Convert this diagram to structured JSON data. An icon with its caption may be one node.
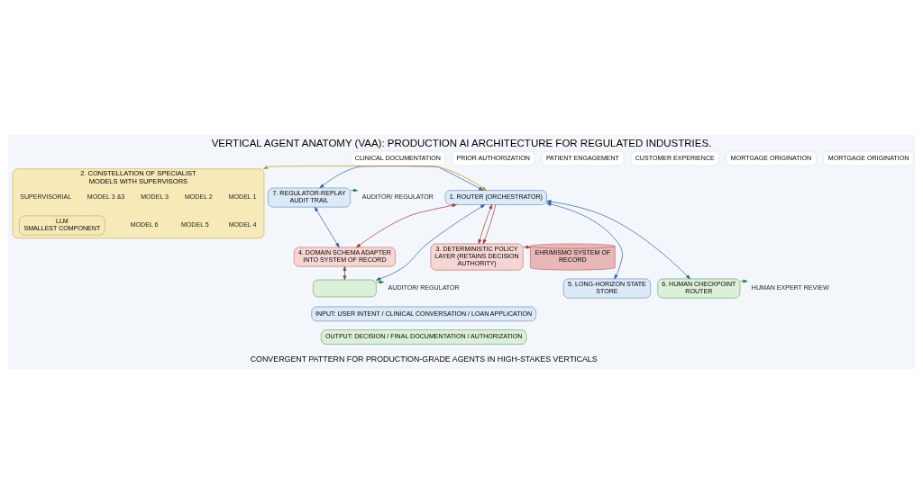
{
  "diagram": {
    "title": "VERTICAL AGENT ANATOMY (VAA): PRODUCTION AI ARCHITECTURE FOR REGULATED INDUSTRIES.",
    "nodes": [
      {
        "text": [
          "CLINICAL DOCUMENTATION"
        ]
      },
      {
        "text": [
          "PRIOR AUTHORIZATION"
        ]
      },
      {
        "text": [
          "PATIENT ENGAGEMENT"
        ]
      },
      {
        "text": [
          "CUSTOMER EXPERIENCE"
        ]
      },
      {
        "text": [
          "MORTGAGE ORIGINATION"
        ]
      },
      {
        "text": [
          "MORTGAGE ORIGINATION"
        ]
      },
      {
        "text": [
          "AUDITOR/ REGULATOR"
        ]
      },
      {
        "text": [
          "7. REGULATOR-REPLAY AUDIT TRAIL"
        ]
      },
      {
        "text": [
          "1. ROUTER (ORCHESTRATOR)"
        ]
      },
      {
        "text": [
          "2. CONSTELLATION OF SPECIALIST MODELS WITH SUPERVISORS"
        ]
      },
      {
        "text": [
          "MODEL 1"
        ],
        "in": 9
      },
      {
        "text": [
          "MODEL 2"
        ],
        "in": 9
      },
      {
        "text": [
          "MODEL 3"
        ],
        "in": 9
      },
      {
        "text": [
          "MODEL 3 &3"
        ],
        "in": 9
      },
      {
        "text": [
          "MODEL 4"
        ],
        "in": 9
      },
      {
        "text": [
          "MODEL 5"
        ],
        "in": 9
      },
      {
        "text": [
          "MODEL 6"
        ],
        "in": 9
      },
      {
        "text": [
          "LLM",
          "SMALLEST COMPONENT"
        ],
        "in": 9
      },
      {
        "text": [
          "SUPERVISORIAL"
        ],
        "in": 9
      },
      {
        "text": [
          "4. DOMAIN SCHEMA ADAPTER INTO SYSTEM OF RECORD"
        ]
      },
      {
        "text": [
          "3. DETERMINISTIC POLICY LAYER (RETAINS DECISION AUTHORITY)"
        ]
      },
      {
        "text": [
          "EHR/MISMO SYSTEM OF RECORD"
        ]
      },
      {
        "text": [
          "AUDITOR/ REGULATOR"
        ]
      },
      {
        "text": [],
        "shape": "box"
      },
      {
        "text": [
          "5. LONG-HORIZON STATE STORE"
        ]
      },
      {
        "text": [
          "6. HUMAN CHECKPOINT ROUTER"
        ]
      },
      {
        "text": [
          "HUMAN EXPERT REVIEW"
        ]
      },
      {
        "text": [
          "INPUT: USER INTENT / CLINICAL CONVERSATION / LOAN APPLICATION"
        ]
      },
      {
        "text": [
          "OUTPUT: DECISION / FINAL DOCUMENTATION / AUTHORIZATION"
        ]
      }
    ],
    "edges": [
      {
        "from": 7,
        "to": 6,
        "arrow": "to",
        "color": "#2e7d3a"
      },
      {
        "from": 7,
        "to": 8,
        "arrow": "both"
      },
      {
        "from": 8,
        "to": 9,
        "arrow": "both",
        "color": "#b8901f"
      },
      {
        "from": 7,
        "to": 19,
        "arrow": "both"
      },
      {
        "from": 19,
        "to": 8,
        "arrow": "both",
        "color": "#a83232"
      },
      {
        "from": 8,
        "to": 20,
        "arrow": "both",
        "color": "#a83232"
      },
      {
        "from": 8,
        "to": 20,
        "arrow": "to",
        "color": "#a83232"
      },
      {
        "from": 20,
        "to": 21,
        "arrow": "to",
        "color": "#a83232"
      },
      {
        "from": 19,
        "to": 23,
        "arrow": "both",
        "color": "#7a4a3a"
      },
      {
        "from": 23,
        "to": 22,
        "arrow": "to",
        "color": "#2e7d3a"
      },
      {
        "from": 23,
        "to": 8,
        "arrow": "both"
      },
      {
        "from": 8,
        "to": 24,
        "arrow": "both"
      },
      {
        "from": 8,
        "to": 25,
        "arrow": "both"
      },
      {
        "from": 25,
        "to": 26,
        "arrow": "to",
        "color": "#2e7d3a"
      }
    ],
    "labels": [
      "CONVERGENT PATTERN FOR PRODUCTION-GRADE AGENTS IN HIGH-STAKES VERTICALS"
    ]
  }
}
